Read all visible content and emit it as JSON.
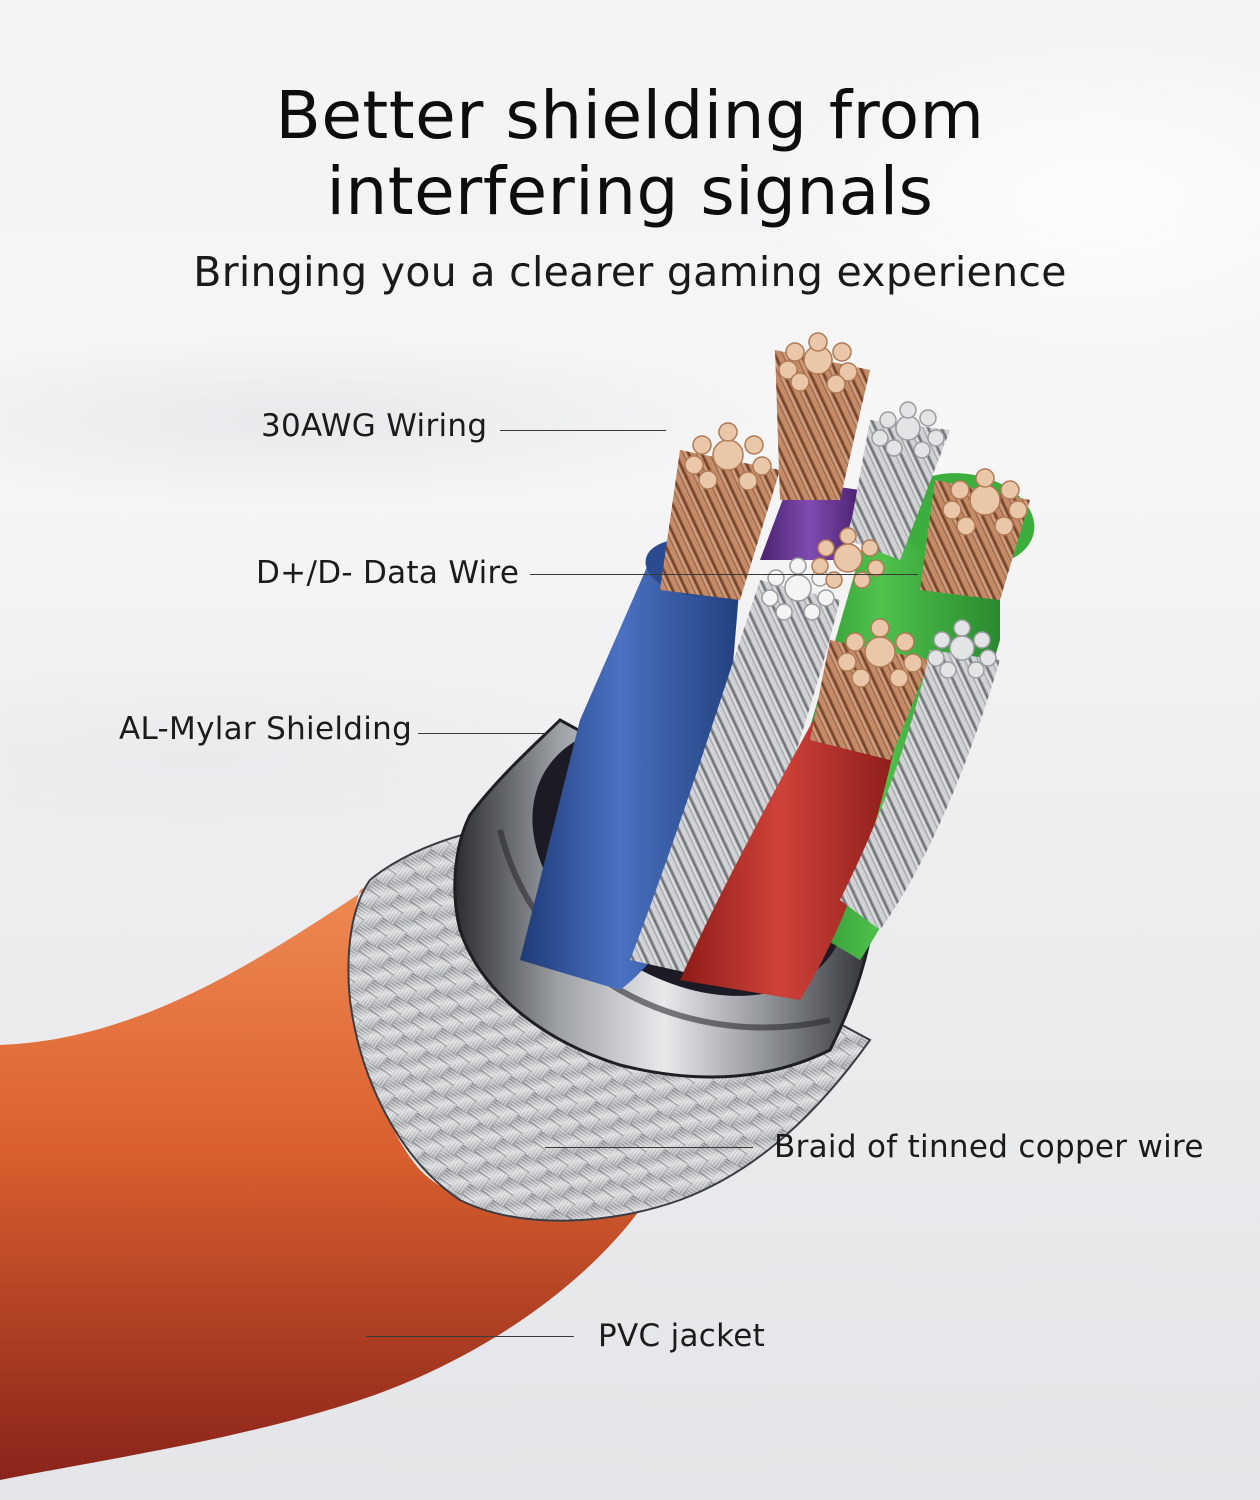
{
  "header": {
    "title_line1": "Better shielding from",
    "title_line2": "interfering signals",
    "subtitle": "Bringing you a clearer gaming experience"
  },
  "callouts": [
    {
      "label": "30AWG Wiring",
      "side": "left"
    },
    {
      "label": "D+/D- Data Wire",
      "side": "left"
    },
    {
      "label": "AL-Mylar Shielding",
      "side": "left"
    },
    {
      "label": "Braid of tinned copper wire",
      "side": "right"
    },
    {
      "label": "PVC jacket",
      "side": "right"
    }
  ],
  "colors": {
    "background": "#f2f2f3",
    "jacket_orange": "#e0703a",
    "jacket_dark": "#8e2a1c",
    "wire_blue": "#2c4f9a",
    "wire_red": "#b42a24",
    "wire_green": "#3aa63c",
    "wire_purple": "#6a3a96",
    "copper": "#c98e66",
    "tinned": "#c9c9cc"
  }
}
